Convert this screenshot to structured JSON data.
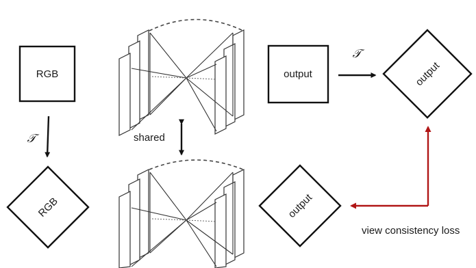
{
  "labels": {
    "rgb_input": "RGB",
    "rgb_transformed": "RGB",
    "output_top": "output",
    "output_transformed": "output",
    "output_bottom": "output",
    "transform_symbol_top": "𝒯",
    "transform_symbol_left": "𝒯",
    "shared": "shared",
    "loss": "view consistency loss"
  },
  "colors": {
    "loss_arrow": "#b01515",
    "stroke": "#111111"
  }
}
